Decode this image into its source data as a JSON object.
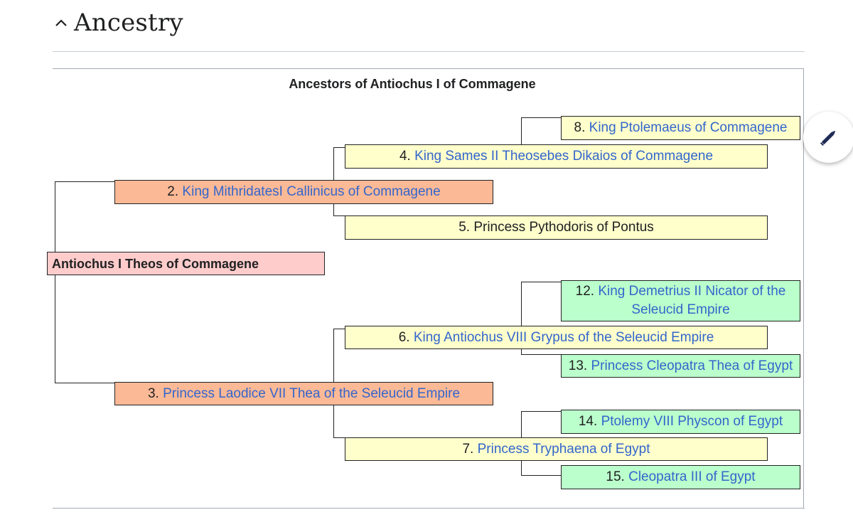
{
  "section": {
    "title": "Ancestry",
    "toggle_icon": "chevron-up-icon"
  },
  "tree": {
    "caption": "Ancestors of Antiochus I of Commagene",
    "subject": "Antiochus I Theos of Commagene",
    "n2": {
      "num": "2.",
      "name": "King MithridatesI Callinicus of Commagene"
    },
    "n3": {
      "num": "3.",
      "name": "Princess Laodice VII Thea of the Seleucid Empire"
    },
    "n4": {
      "num": "4.",
      "name": "King Sames II Theosebes Dikaios of Commagene"
    },
    "n5": {
      "text": "5. Princess Pythodoris of Pontus"
    },
    "n6": {
      "num": "6.",
      "name": "King Antiochus VIII Grypus of the Seleucid Empire"
    },
    "n7": {
      "num": "7.",
      "name": "Princess Tryphaena of Egypt"
    },
    "n8": {
      "num": "8.",
      "name": "King Ptolemaeus of Commagene"
    },
    "n12": {
      "num": "12.",
      "name": "King Demetrius II Nicator of the Seleucid Empire"
    },
    "n13": {
      "num": "13.",
      "name": "Princess Cleopatra Thea of Egypt"
    },
    "n14": {
      "num": "14.",
      "name": "Ptolemy VIII Physcon of Egypt"
    },
    "n15": {
      "num": "15.",
      "name": "Cleopatra III of Egypt"
    }
  },
  "colors": {
    "subject": "#ffcccc",
    "parents": "#fbb996",
    "grandparents": "#ffffcc",
    "great_grandparents": "#bbffcc",
    "link": "#3366cc"
  },
  "edit_icon": "pencil-icon"
}
